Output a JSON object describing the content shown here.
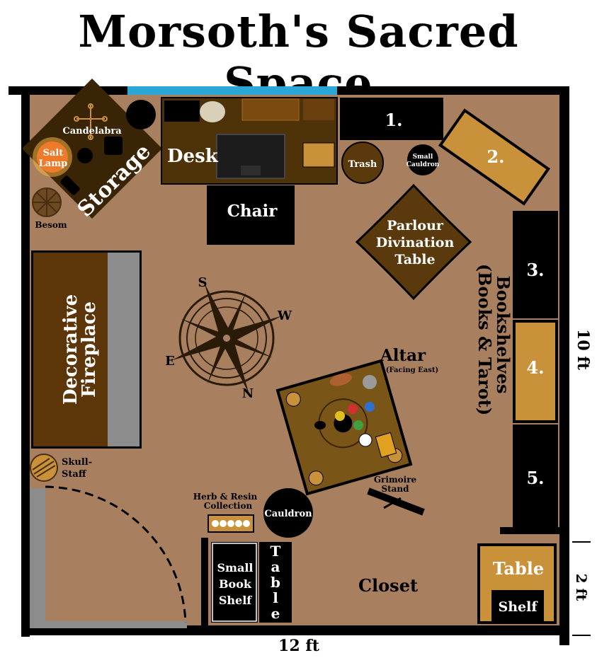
{
  "title": "Morsoth's Sacred Space",
  "rooms": {
    "storage": "Storage",
    "candelabra": "Candelabra",
    "salt_lamp_1": "Salt",
    "salt_lamp_2": "Lamp",
    "besom": "Besom",
    "desk": "Desk",
    "chair": "Chair",
    "trash": "Trash",
    "small_cauldron_1": "Small",
    "small_cauldron_2": "Cauldron",
    "parlour_1": "Parlour",
    "parlour_2": "Divination",
    "parlour_3": "Table",
    "fireplace_1": "Decorative",
    "fireplace_2": "Fireplace",
    "compass_s": "S",
    "compass_w": "W",
    "compass_e": "E",
    "compass_n": "N",
    "altar": "Altar",
    "altar_sub": "(Facing East)",
    "bookshelves_1": "Bookshelves",
    "bookshelves_2": "(Books & Tarot)",
    "shelf_1": "1.",
    "shelf_2": "2.",
    "shelf_3": "3.",
    "shelf_4": "4.",
    "shelf_5": "5.",
    "skull_1": "Skull-",
    "skull_2": "Staff",
    "herb_1": "Herb & Resin",
    "herb_2": "Collection",
    "cauldron": "Cauldron",
    "grimoire_1": "Grimoire",
    "grimoire_2": "Stand",
    "small_book_1": "Small",
    "small_book_2": "Book",
    "small_book_3": "Shelf",
    "table_vertical": [
      "T",
      "a",
      "b",
      "l",
      "e"
    ],
    "closet": "Closet",
    "closet_table": "Table",
    "closet_shelf": "Shelf"
  },
  "dimensions": {
    "width": "12 ft",
    "height": "10 ft",
    "closet": "2 ft"
  },
  "colors": {
    "floor": "#a88060",
    "wall": "#000000",
    "window": "#2aa7d6",
    "wood_dark": "#5a3a12",
    "wood_gold": "#c8913a",
    "wood_mid": "#7a5518"
  }
}
